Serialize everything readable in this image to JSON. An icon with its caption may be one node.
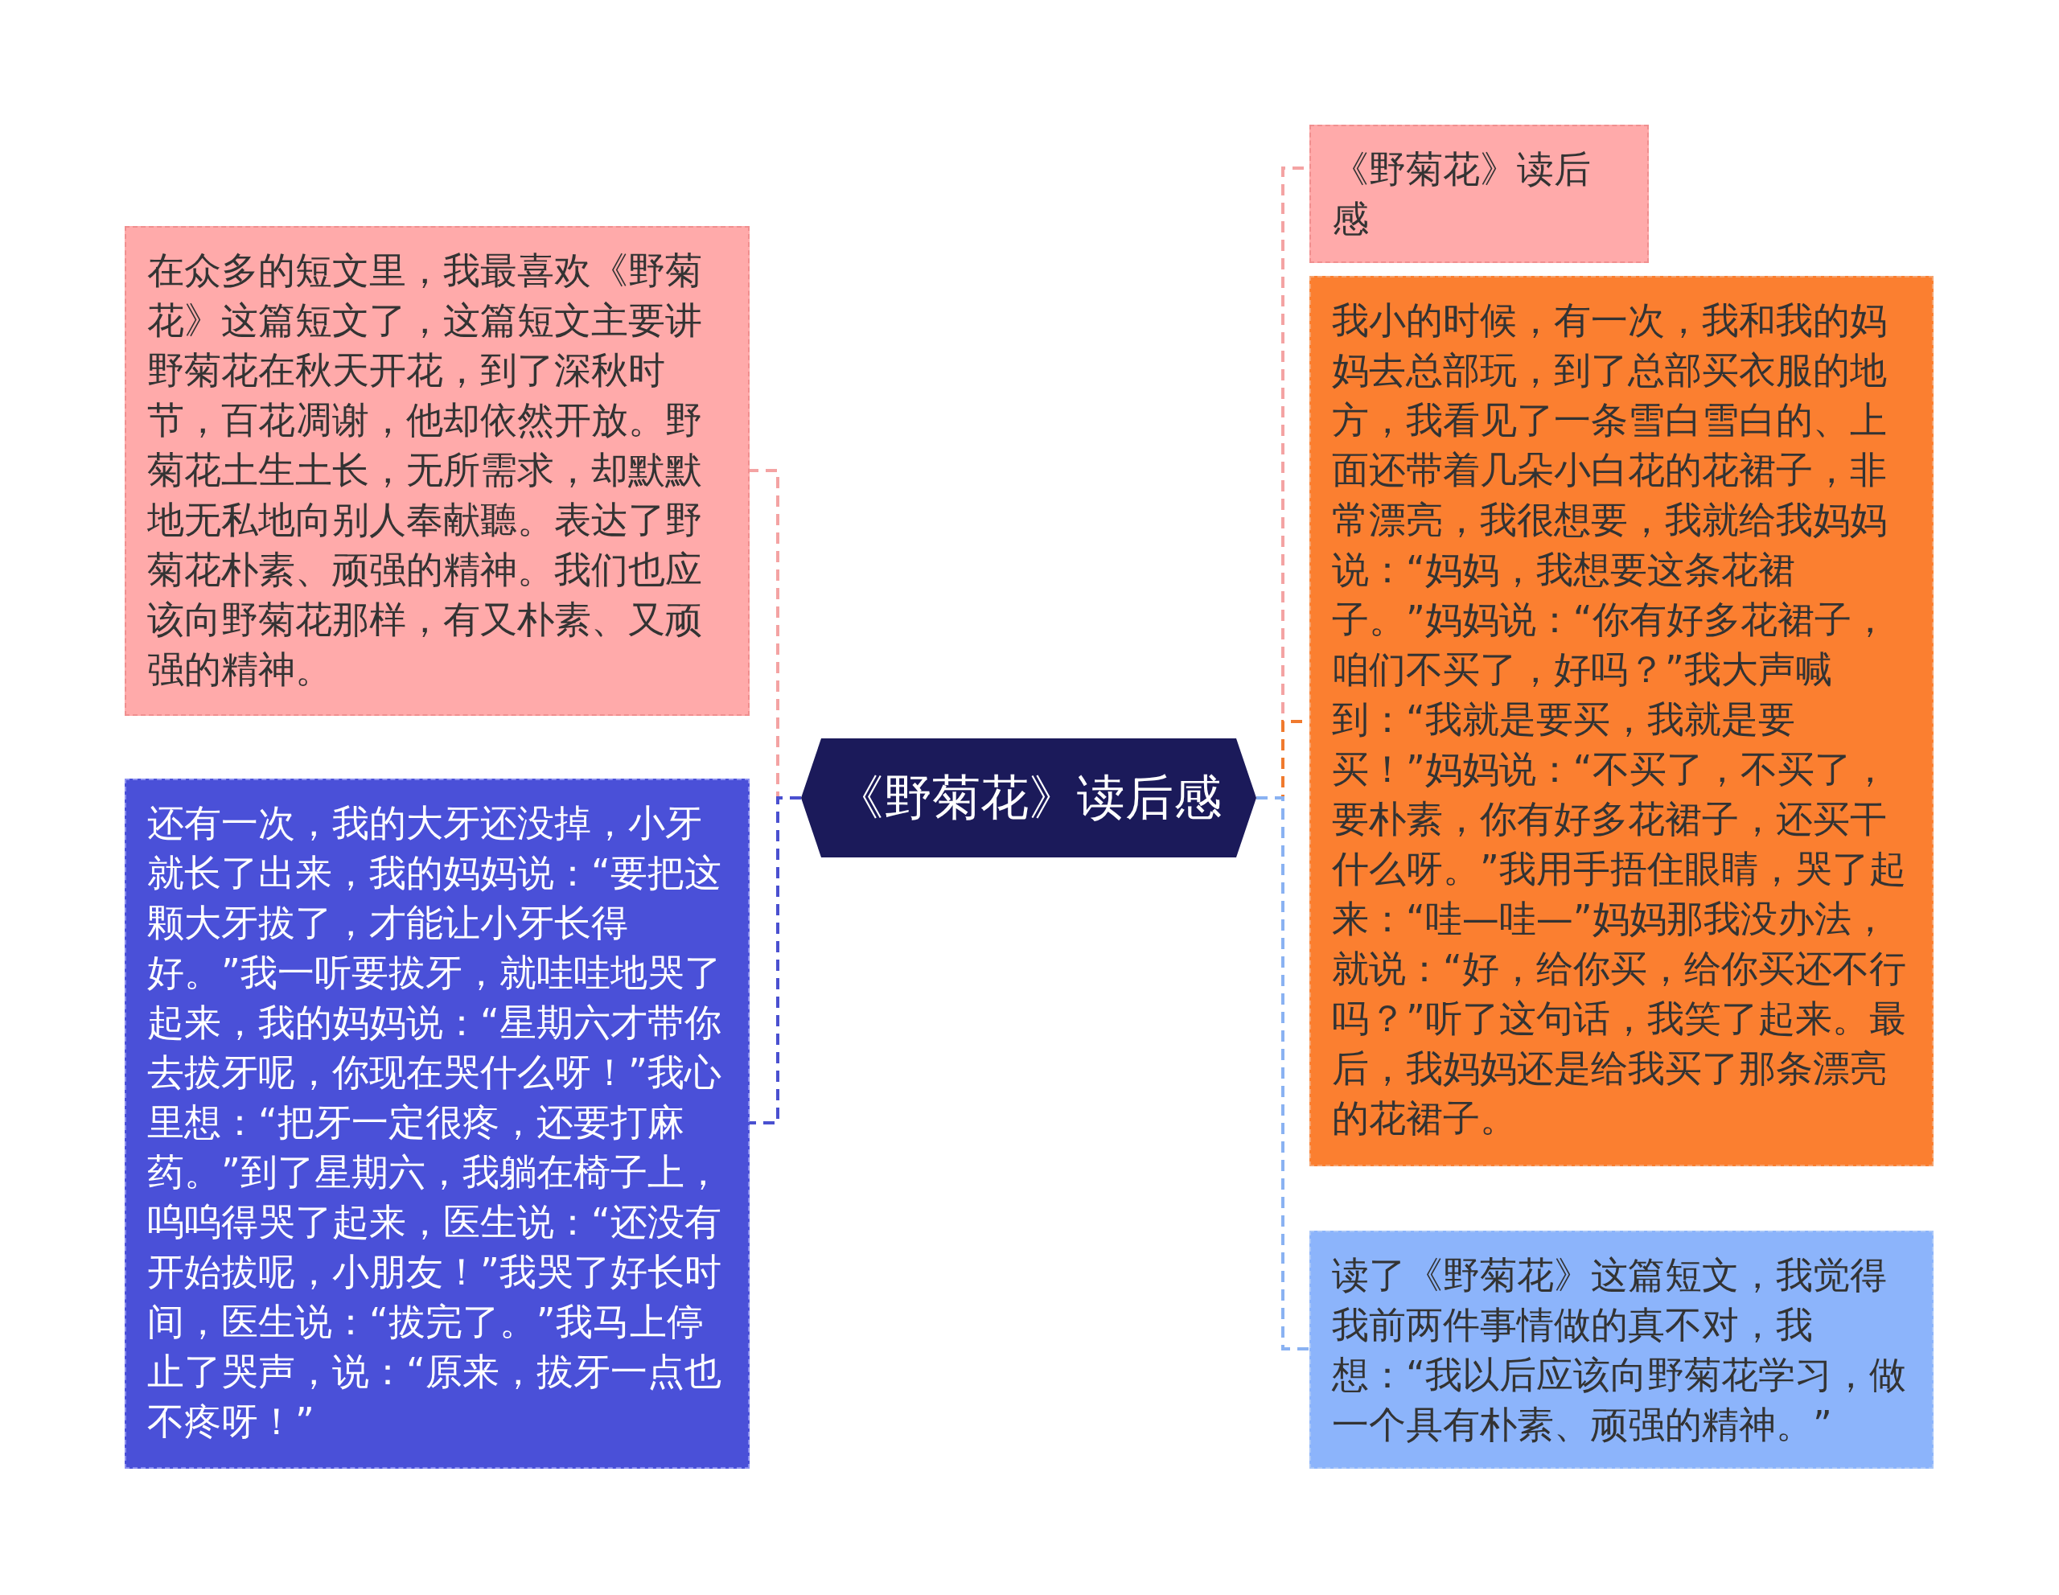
{
  "diagram": {
    "nodes": [
      {
        "text": [
          "《野菊花》读后感"
        ]
      },
      {
        "text": [
          "在众多的短文里，我最喜欢《野菊花》这篇短文了，这篇短文主要讲野菊花在秋天开花，到了深秋时节，百花凋谢，他却依然开放。野菊花土生土长，无所需求，却默默地无私地向别人奉献聽。表达了野菊花朴素、顽强的精神。我们也应该向野菊花那样，有又朴素、又顽强的精神。"
        ]
      },
      {
        "text": [
          "还有一次，我的大牙还没掉，小牙就长了出来，我的妈妈说：“要把这颗大牙拔了，才能让小牙长得好。”我一听要拔牙，就哇哇地哭了起来，我的妈妈说：“星期六才带你去拔牙呢，你现在哭什么呀！”我心里想：“把牙一定很疼，还要打麻药。”到了星期六，我躺在椅子上，呜呜得哭了起来，医生说：“还没有开始拔呢，小朋友！”我哭了好长时间，医生说：“拔完了。”我马上停止了哭声，说：“原来，拔牙一点也不疼呀！”"
        ]
      },
      {
        "text": [
          "《野菊花》读后感"
        ]
      },
      {
        "text": [
          "我小的时候，有一次，我和我的妈妈去总部玩，到了总部买衣服的地方，我看见了一条雪白雪白的、上面还带着几朵小白花的花裙子，非常漂亮，我很想要，我就给我妈妈说：“妈妈，我想要这条花裙子。”妈妈说：“你有好多花裙子，咱们不买了，好吗？”我大声喊到：“我就是要买，我就是要买！”妈妈说：“不买了，不买了，要朴素，你有好多花裙子，还买干什么呀。”我用手捂住眼睛，哭了起来：“哇—哇—”妈妈那我没办法，就说：“好，给你买，给你买还不行吗？”听了这句话，我笑了起来。最后，我妈妈还是给我买了那条漂亮的花裙子。"
        ]
      },
      {
        "text": [
          "读了《野菊花》这篇短文，我觉得我前两件事情做的真不对，我想：“我以后应该向野菊花学习，做一个具有朴素、顽强的精神。”"
        ]
      }
    ],
    "edges": [
      {
        "from": 0,
        "to": 1,
        "arrow": "none",
        "style": "dashed",
        "color": "#f4a3a3"
      },
      {
        "from": 0,
        "to": 2,
        "arrow": "none",
        "style": "dashed",
        "color": "#4a50d0"
      },
      {
        "from": 0,
        "to": 3,
        "arrow": "none",
        "style": "dashed",
        "color": "#f4a3a3"
      },
      {
        "from": 0,
        "to": 4,
        "arrow": "none",
        "style": "dashed",
        "color": "#f07a2e"
      },
      {
        "from": 0,
        "to": 5,
        "arrow": "none",
        "style": "dashed",
        "color": "#8ab2f2"
      }
    ]
  }
}
